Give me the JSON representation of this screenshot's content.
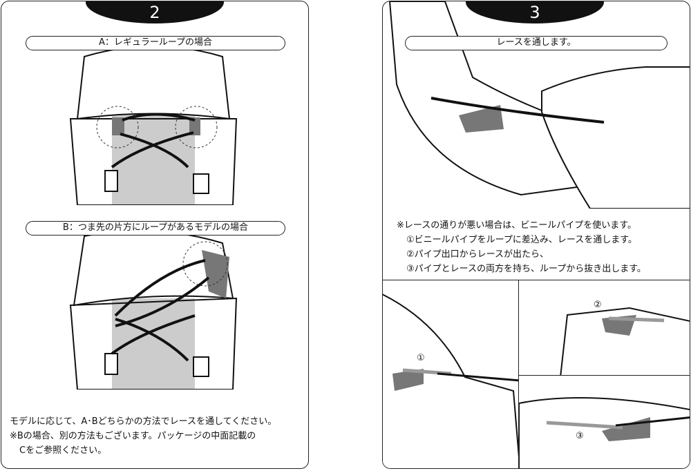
{
  "step2": {
    "number": "2",
    "label_a": "A：レギュラーループの場合",
    "label_b": "B：つま先の片方にループがあるモデルの場合",
    "notes": [
      "モデルに応じて、A･Bどちらかの方法でレースを通してください。",
      "※Bの場合、別の方法もございます。パッケージの中面記載の",
      "Cをご参照ください。"
    ]
  },
  "step3": {
    "number": "3",
    "label": "レースを通します。",
    "notes": [
      "※レースの通りが悪い場合は、ビニールパイプを使います。",
      "①ビニールパイプをループに差込み、レースを通します。",
      "②パイプ出口からレースが出たら、",
      "③パイプとレースの両方を持ち、ループから抜き出します。"
    ],
    "sub_steps": [
      "①",
      "②",
      "③"
    ]
  }
}
